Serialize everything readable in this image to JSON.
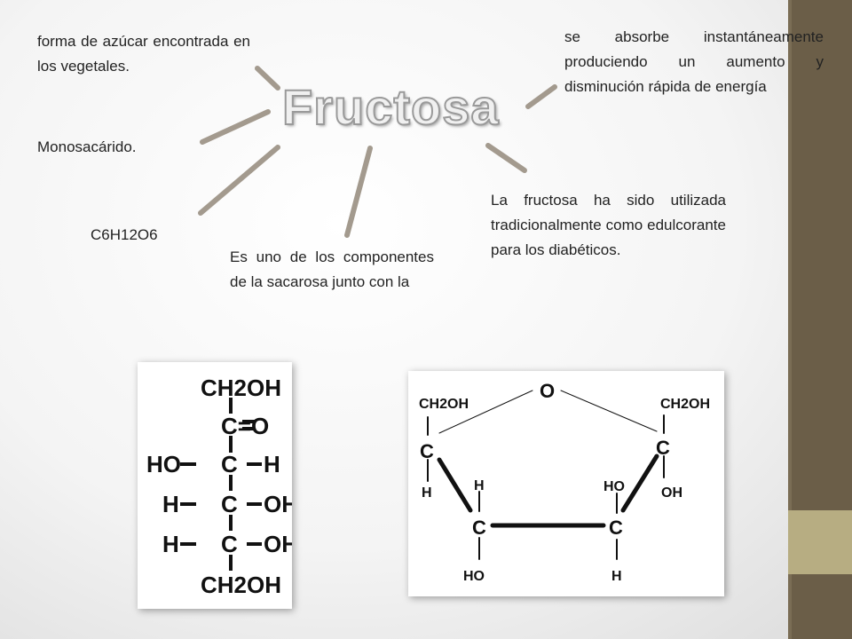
{
  "slide": {
    "title": "Fructosa",
    "texts": {
      "sugar_form": "forma de azúcar encontrada en los vegetales.",
      "monosaccharide": "Monosacárido.",
      "formula": "C6H12O6",
      "sucrose": "Es uno de los componentes de la sacarosa junto con la",
      "absorbed": "se absorbe instantáneamente produciendo un aumento y disminución rápida de energía",
      "sweetener": "La fructosa ha sido utilizada tradicionalmente como edulcorante para los diabéticos."
    }
  },
  "linear_structure": {
    "row1": "CH2OH",
    "row2": "C=O",
    "row3_left": "HO",
    "row3_right": "H",
    "row4_left": "H",
    "row4_right": "OH",
    "row5_left": "H",
    "row5_right": "OH",
    "row6": "CH2OH"
  },
  "ring_structure": {
    "oxygen": "O",
    "left_top_group": "CH2OH",
    "right_top_group": "CH2OH",
    "left_carbon": "C",
    "right_carbon": "C",
    "left_h": "H",
    "right_oh": "OH",
    "bottom_left_carbon": "C",
    "bottom_right_carbon": "C",
    "bottom_left_top": "H",
    "bottom_left_bottom": "HO",
    "bottom_right_top": "HO",
    "bottom_right_bottom": "H"
  },
  "colors": {
    "sidebar": "#6b5e48",
    "sidebar_band": "#b7ad82",
    "connector": "#a39a8e"
  }
}
